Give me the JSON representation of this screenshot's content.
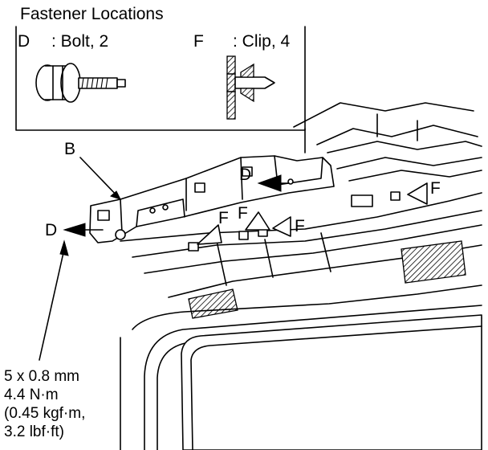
{
  "legend": {
    "title": "Fastener Locations",
    "items": [
      {
        "letter": "D",
        "desc": ": Bolt, 2"
      },
      {
        "letter": "F",
        "desc": ": Clip, 4"
      }
    ]
  },
  "callouts": {
    "B": "B",
    "D": "D",
    "F": "F"
  },
  "torque_spec": [
    "5 x 0.8 mm",
    "4.4 N·m",
    "(0.45 kgf·m,",
    "3.2 lbf·ft)"
  ]
}
